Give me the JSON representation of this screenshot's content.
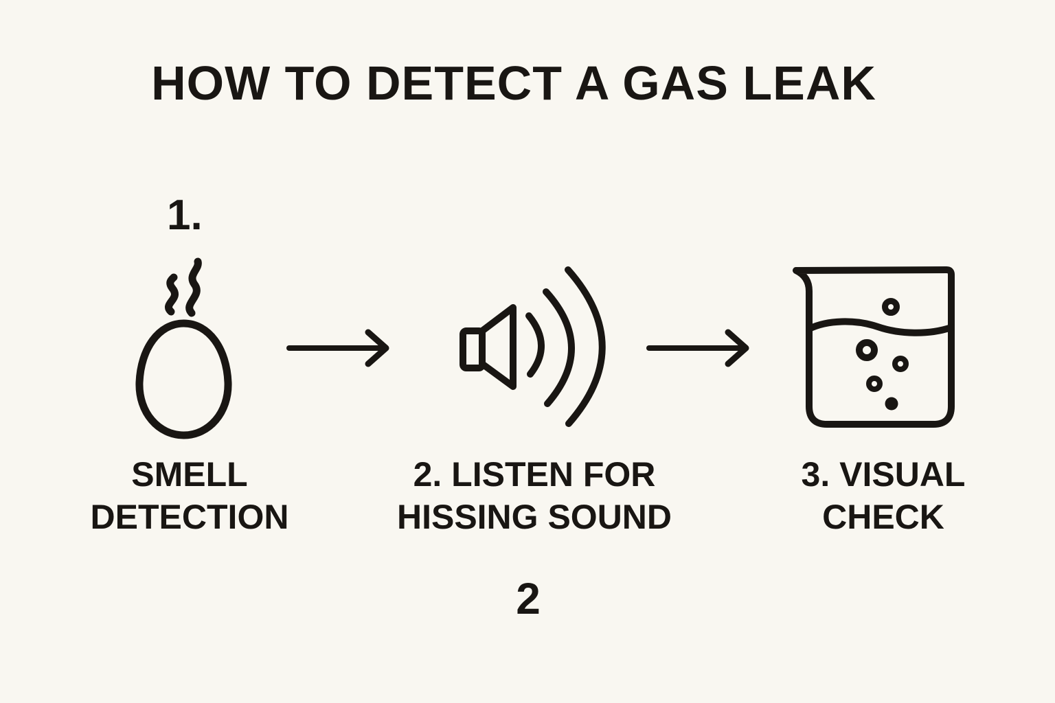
{
  "title": "HOW TO DETECT A GAS LEAK",
  "colors": {
    "background": "#f9f7f1",
    "ink": "#191613"
  },
  "steps": [
    {
      "marker": "1.",
      "icon": "smelly-egg-icon",
      "label_line1": "SMELL",
      "label_line2": "DETECTION"
    },
    {
      "icon": "speaker-sound-waves-icon",
      "label_line1": "2. LISTEN FOR",
      "label_line2": "HISSING SOUND"
    },
    {
      "icon": "bubbling-beaker-icon",
      "label_line1": "3. VISUAL",
      "label_line2": "CHECK"
    }
  ],
  "footer_marker": "2"
}
